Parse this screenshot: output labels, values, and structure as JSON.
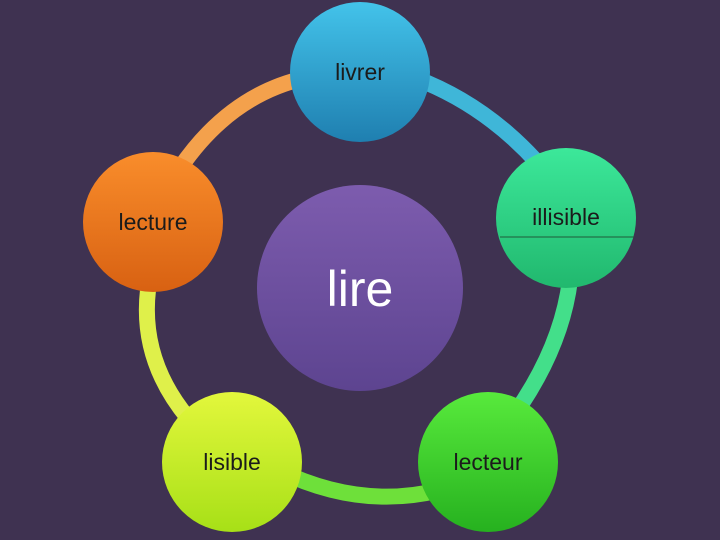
{
  "diagram": {
    "center": {
      "label": "lire",
      "color": "#7356a3"
    },
    "nodes": [
      {
        "label": "livrer",
        "color": "#2b9fd1"
      },
      {
        "label": "illisible",
        "color": "#2fd58c"
      },
      {
        "label": "lecteur",
        "color": "#3ed13a"
      },
      {
        "label": "lisible",
        "color": "#c8ef2e"
      },
      {
        "label": "lecture",
        "color": "#ef7a22"
      }
    ],
    "connectors": [
      {
        "from": "livrer",
        "to": "illisible",
        "color": "#3fb6d8"
      },
      {
        "from": "illisible",
        "to": "lecteur",
        "color": "#43df8a"
      },
      {
        "from": "lecteur",
        "to": "lisible",
        "color": "#6ee03a"
      },
      {
        "from": "lisible",
        "to": "lecture",
        "color": "#dff04a"
      },
      {
        "from": "lecture",
        "to": "livrer",
        "color": "#f4a14c"
      }
    ]
  }
}
